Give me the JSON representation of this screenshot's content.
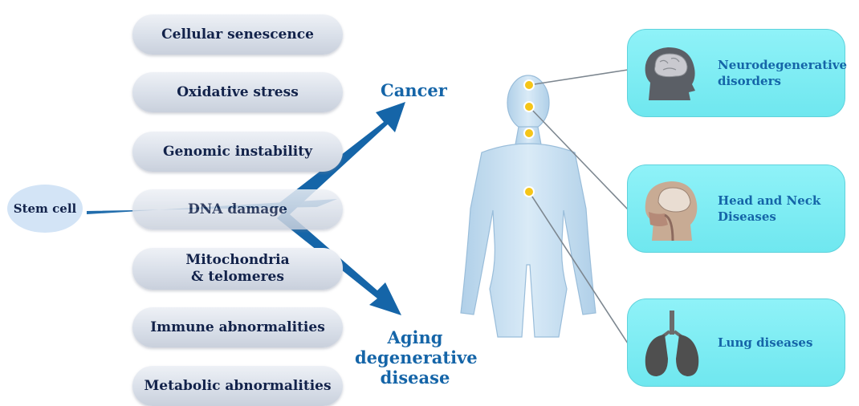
{
  "stem_cell": "Stem cell",
  "factors": [
    "Cellular senescence",
    "Oxidative stress",
    "Genomic instability",
    "DNA damage",
    "Mitochondria\n& telomeres",
    "Immune abnormalities",
    "Metabolic abnormalities"
  ],
  "outcomes": {
    "cancer": "Cancer",
    "aging": "Aging\ndegenerative\ndisease"
  },
  "diseases": [
    {
      "label": "Neurodegenerative\ndisorders",
      "icon": "brain-head-icon"
    },
    {
      "label": "Head and Neck\nDiseases",
      "icon": "head-section-icon"
    },
    {
      "label": "Lung diseases",
      "icon": "lungs-icon"
    }
  ],
  "colors": {
    "arrow": "#1565a8",
    "label": "#1565a8",
    "pill_text": "#12224a",
    "card": "#7eedf4",
    "marker": "#f5c518"
  }
}
